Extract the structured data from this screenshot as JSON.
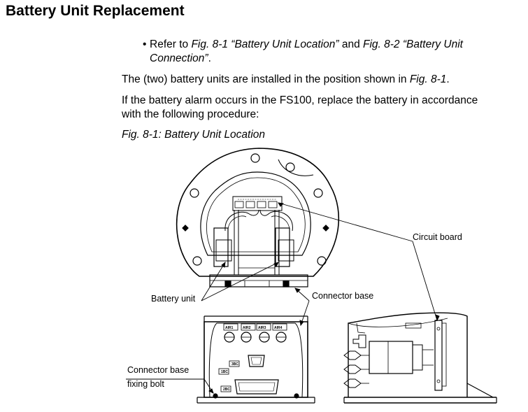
{
  "heading": "Battery Unit Replacement",
  "bullet": {
    "symbol": "•",
    "pre1": "Refer to ",
    "ref1": "Fig. 8-1 “Battery Unit Location”",
    "mid": " and ",
    "ref2": "Fig. 8-2 “Battery Unit Connection”",
    "post": "."
  },
  "para1": {
    "text": "The (two) battery units are installed in the position shown in ",
    "ref": "Fig. 8-1",
    "post": "."
  },
  "para2": {
    "line1": "If the battery alarm occurs in the FS100, replace the battery in accordance",
    "line2": "with the following procedure:"
  },
  "figure_caption": "Fig. 8-1: Battery Unit Location",
  "callouts": {
    "circuit_board": "Circuit board",
    "battery_unit": "Battery unit",
    "connector_base": "Connector base",
    "fixing_bolt_line1": "Connector base",
    "fixing_bolt_line2": "fixing bolt"
  },
  "connector_labels": {
    "air1": "AIR1",
    "air2": "AIR2",
    "air3": "AIR3",
    "air4": "AIR4",
    "c3bc": "3BC",
    "c1bc": "1BC",
    "c2bc": "2BC"
  }
}
